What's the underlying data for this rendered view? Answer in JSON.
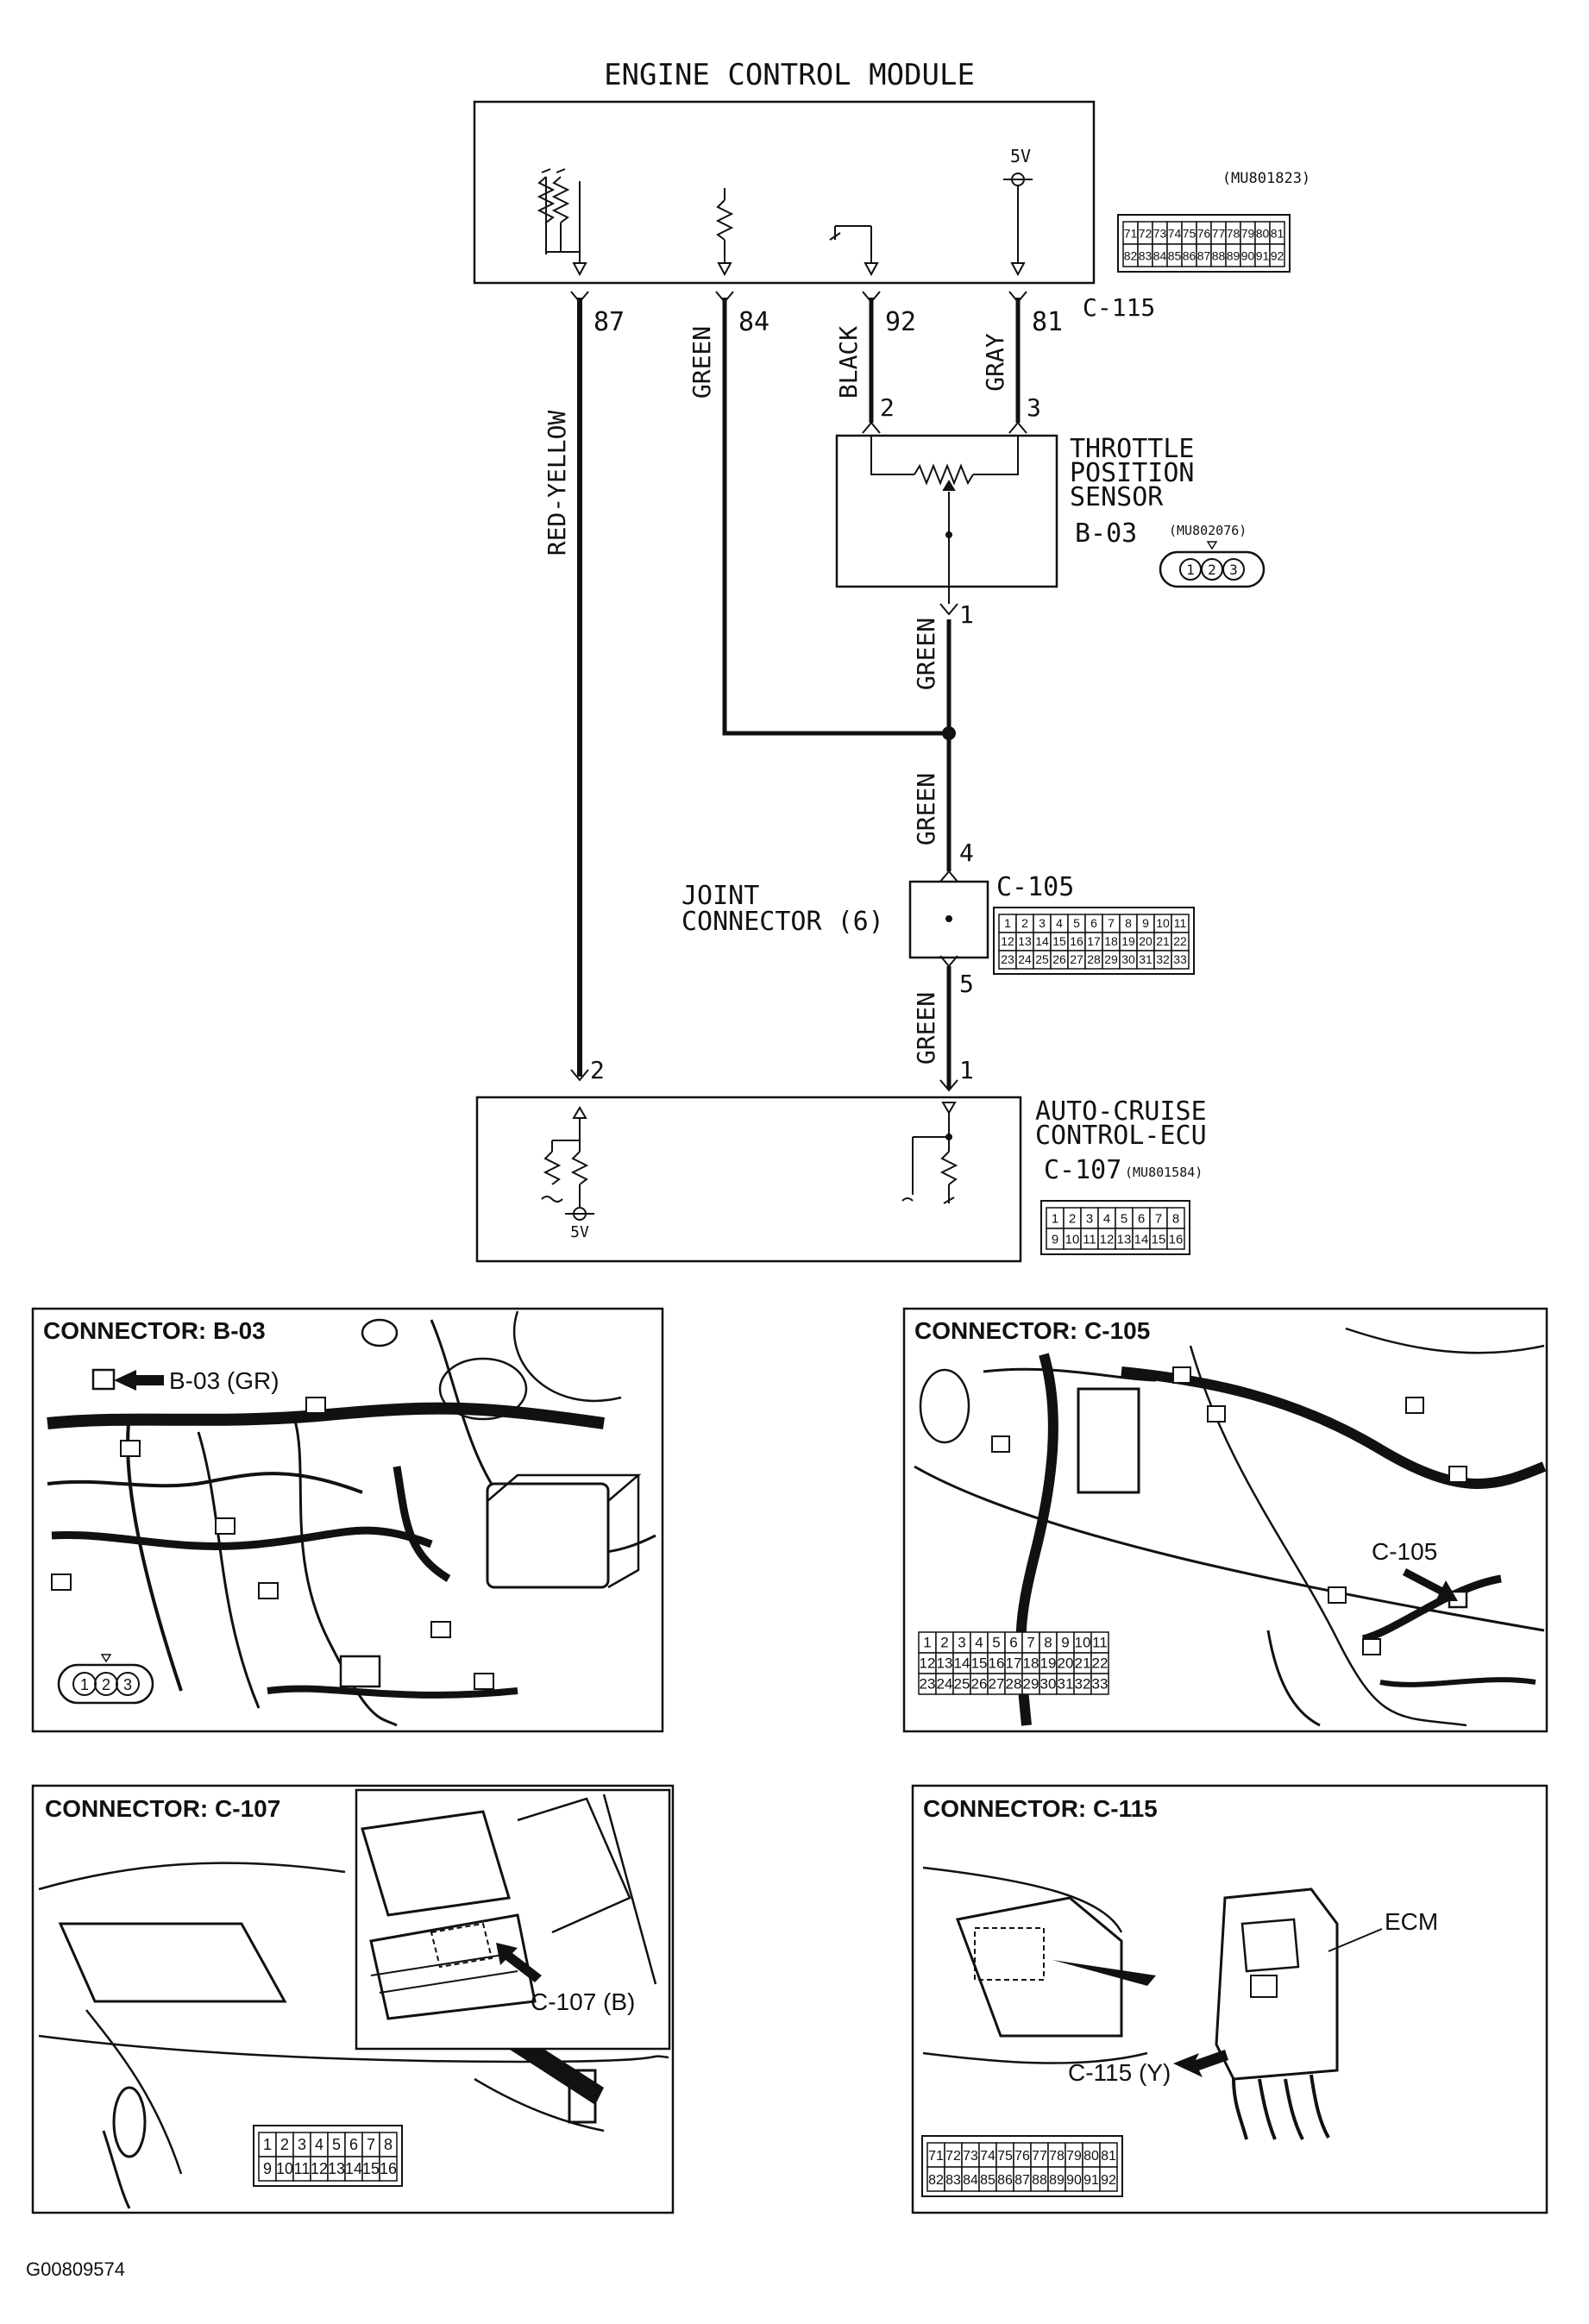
{
  "ecm": {
    "title": "ENGINE CONTROL MODULE",
    "voltage": "5V",
    "part_number": "(MU801823)",
    "connector_id": "C-115",
    "pins_row1": [
      "71",
      "72",
      "73",
      "74",
      "75",
      "76",
      "77",
      "78",
      "79",
      "80",
      "81"
    ],
    "pins_row2": [
      "82",
      "83",
      "84",
      "85",
      "86",
      "87",
      "88",
      "89",
      "90",
      "91",
      "92"
    ]
  },
  "wires": {
    "red_yellow": {
      "color_label": "RED-YELLOW",
      "ecm_pin": "87",
      "ecu_pin": "2"
    },
    "green_84": {
      "color_label": "GREEN",
      "ecm_pin": "84"
    },
    "black": {
      "color_label": "BLACK",
      "ecm_pin": "92",
      "tps_pin": "2"
    },
    "gray": {
      "color_label": "GRAY",
      "ecm_pin": "81",
      "tps_pin": "3"
    },
    "green_tps": {
      "color_label": "GREEN",
      "tps_pin": "1"
    },
    "green_joint_in": {
      "color_label": "GREEN",
      "joint_pin": "4"
    },
    "green_joint_out": {
      "color_label": "GREEN",
      "joint_pin": "5",
      "ecu_pin": "1"
    }
  },
  "tps": {
    "name_line1": "THROTTLE",
    "name_line2": "POSITION",
    "name_line3": "SENSOR",
    "id": "B-03",
    "part_number": "(MU802076)",
    "pins": [
      "1",
      "2",
      "3"
    ]
  },
  "joint": {
    "name_line1": "JOINT",
    "name_line2": "CONNECTOR (6)",
    "id": "C-105",
    "pins_row1": [
      "1",
      "2",
      "3",
      "4",
      "5",
      "6",
      "7",
      "8",
      "9",
      "10",
      "11"
    ],
    "pins_row2": [
      "12",
      "13",
      "14",
      "15",
      "16",
      "17",
      "18",
      "19",
      "20",
      "21",
      "22"
    ],
    "pins_row3": [
      "23",
      "24",
      "25",
      "26",
      "27",
      "28",
      "29",
      "30",
      "31",
      "32",
      "33"
    ]
  },
  "ecu": {
    "name_line1": "AUTO-CRUISE",
    "name_line2": "CONTROL-ECU",
    "id": "C-107",
    "part_number": "(MU801584)",
    "voltage": "5V",
    "pins_row1": [
      "1",
      "2",
      "3",
      "4",
      "5",
      "6",
      "7",
      "8"
    ],
    "pins_row2": [
      "9",
      "10",
      "11",
      "12",
      "13",
      "14",
      "15",
      "16"
    ]
  },
  "panels": {
    "b03": {
      "title": "CONNECTOR: B-03",
      "callout": "B-03 (GR)",
      "pins": [
        "1",
        "2",
        "3"
      ]
    },
    "c105": {
      "title": "CONNECTOR: C-105",
      "callout": "C-105"
    },
    "c107": {
      "title": "CONNECTOR: C-107",
      "callout": "C-107 (B)"
    },
    "c115": {
      "title": "CONNECTOR: C-115",
      "callout": "C-115 (Y)",
      "ecm_label": "ECM"
    }
  },
  "figure_id": "G00809574"
}
